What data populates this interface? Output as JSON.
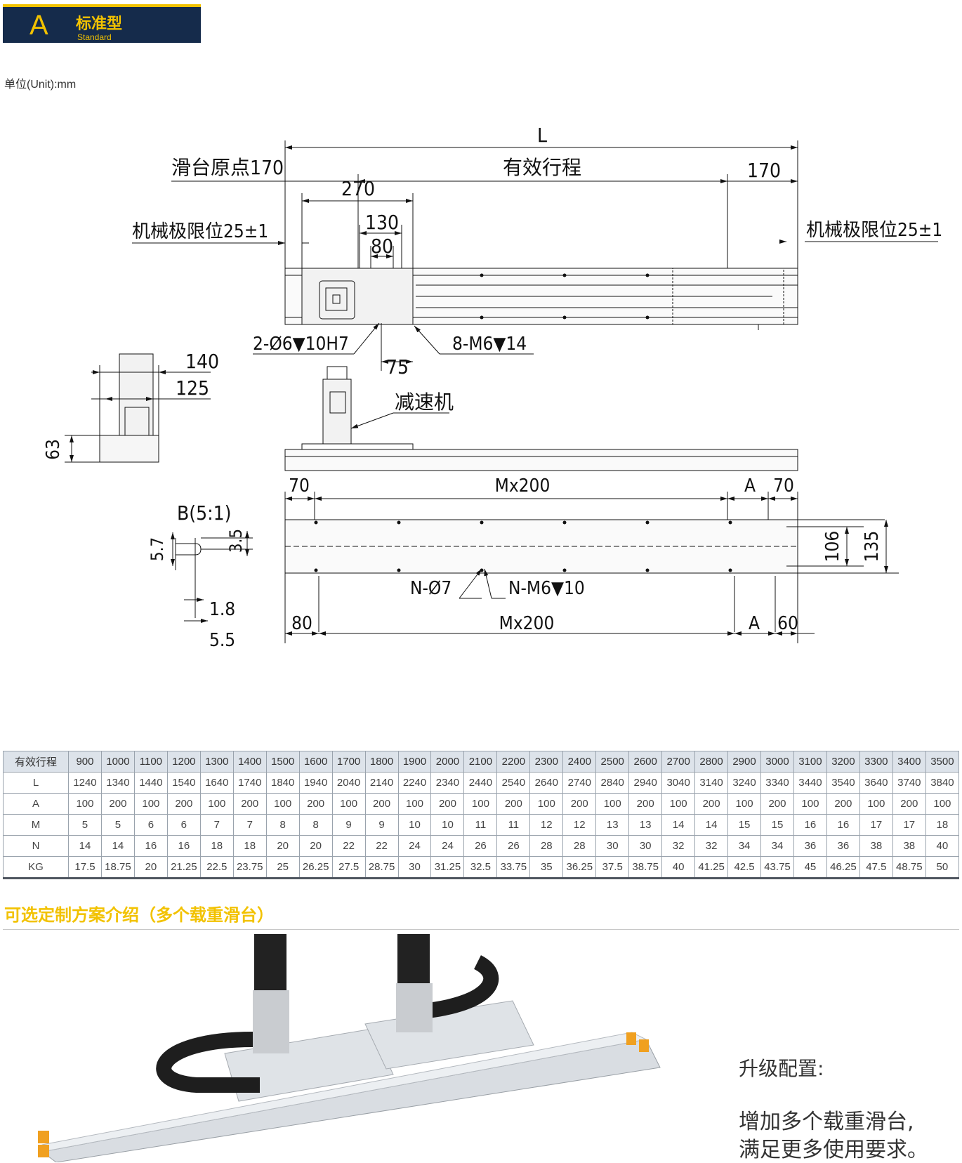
{
  "header": {
    "letter": "A",
    "title": "标准型",
    "subtitle": "Standard"
  },
  "unit_label": "单位(Unit):mm",
  "drawing": {
    "L": "L",
    "origin": "滑台原点170",
    "stroke": "有效行程",
    "d170": "170",
    "d270": "270",
    "d130": "130",
    "d80": "80",
    "limit_left": "机械极限位25±1",
    "limit_right": "机械极限位25±1",
    "pin_hole": "2-Ø6▼10H7",
    "d75": "75",
    "thread": "8-M6▼14",
    "d140": "140",
    "d125": "125",
    "d63": "63",
    "reducer": "减速机",
    "detail_b": "B(5:1)",
    "d5_7": "5.7",
    "d3_5": "3.5",
    "d1_8": "1.8",
    "d5_5": "5.5",
    "top_70_left": "70",
    "top_mx200": "Mx200",
    "top_A": "A",
    "top_70_right": "70",
    "d106": "106",
    "d135": "135",
    "n_hole": "N-Ø7",
    "n_thread": "N-M6▼10",
    "bot_80": "80",
    "bot_mx200": "Mx200",
    "bot_A": "A",
    "bot_60": "60"
  },
  "table": {
    "rows": [
      {
        "label": "有效行程",
        "values": [
          "900",
          "1000",
          "1100",
          "1200",
          "1300",
          "1400",
          "1500",
          "1600",
          "1700",
          "1800",
          "1900",
          "2000",
          "2100",
          "2200",
          "2300",
          "2400",
          "2500",
          "2600",
          "2700",
          "2800",
          "2900",
          "3000",
          "3100",
          "3200",
          "3300",
          "3400",
          "3500"
        ]
      },
      {
        "label": "L",
        "values": [
          "1240",
          "1340",
          "1440",
          "1540",
          "1640",
          "1740",
          "1840",
          "1940",
          "2040",
          "2140",
          "2240",
          "2340",
          "2440",
          "2540",
          "2640",
          "2740",
          "2840",
          "2940",
          "3040",
          "3140",
          "3240",
          "3340",
          "3440",
          "3540",
          "3640",
          "3740",
          "3840"
        ]
      },
      {
        "label": "A",
        "values": [
          "100",
          "200",
          "100",
          "200",
          "100",
          "200",
          "100",
          "200",
          "100",
          "200",
          "100",
          "200",
          "100",
          "200",
          "100",
          "200",
          "100",
          "200",
          "100",
          "200",
          "100",
          "200",
          "100",
          "200",
          "100",
          "200",
          "100"
        ]
      },
      {
        "label": "M",
        "values": [
          "5",
          "5",
          "6",
          "6",
          "7",
          "7",
          "8",
          "8",
          "9",
          "9",
          "10",
          "10",
          "11",
          "11",
          "12",
          "12",
          "13",
          "13",
          "14",
          "14",
          "15",
          "15",
          "16",
          "16",
          "17",
          "17",
          "18"
        ]
      },
      {
        "label": "N",
        "values": [
          "14",
          "14",
          "16",
          "16",
          "18",
          "18",
          "20",
          "20",
          "22",
          "22",
          "24",
          "24",
          "26",
          "26",
          "28",
          "28",
          "30",
          "30",
          "32",
          "32",
          "34",
          "34",
          "36",
          "36",
          "38",
          "38",
          "40"
        ]
      },
      {
        "label": "KG",
        "values": [
          "17.5",
          "18.75",
          "20",
          "21.25",
          "22.5",
          "23.75",
          "25",
          "26.25",
          "27.5",
          "28.75",
          "30",
          "31.25",
          "32.5",
          "33.75",
          "35",
          "36.25",
          "37.5",
          "38.75",
          "40",
          "41.25",
          "42.5",
          "43.75",
          "45",
          "46.25",
          "47.5",
          "48.75",
          "50"
        ]
      }
    ]
  },
  "section_title": "可选定制方案介绍（多个载重滑台）",
  "upgrade": {
    "title": "升级配置:",
    "line1": "增加多个载重滑台,",
    "line2": "满足更多使用要求。"
  },
  "colors": {
    "accent": "#f2c200",
    "header_bg": "#152b4b",
    "table_header_bg": "#dde3ea"
  }
}
